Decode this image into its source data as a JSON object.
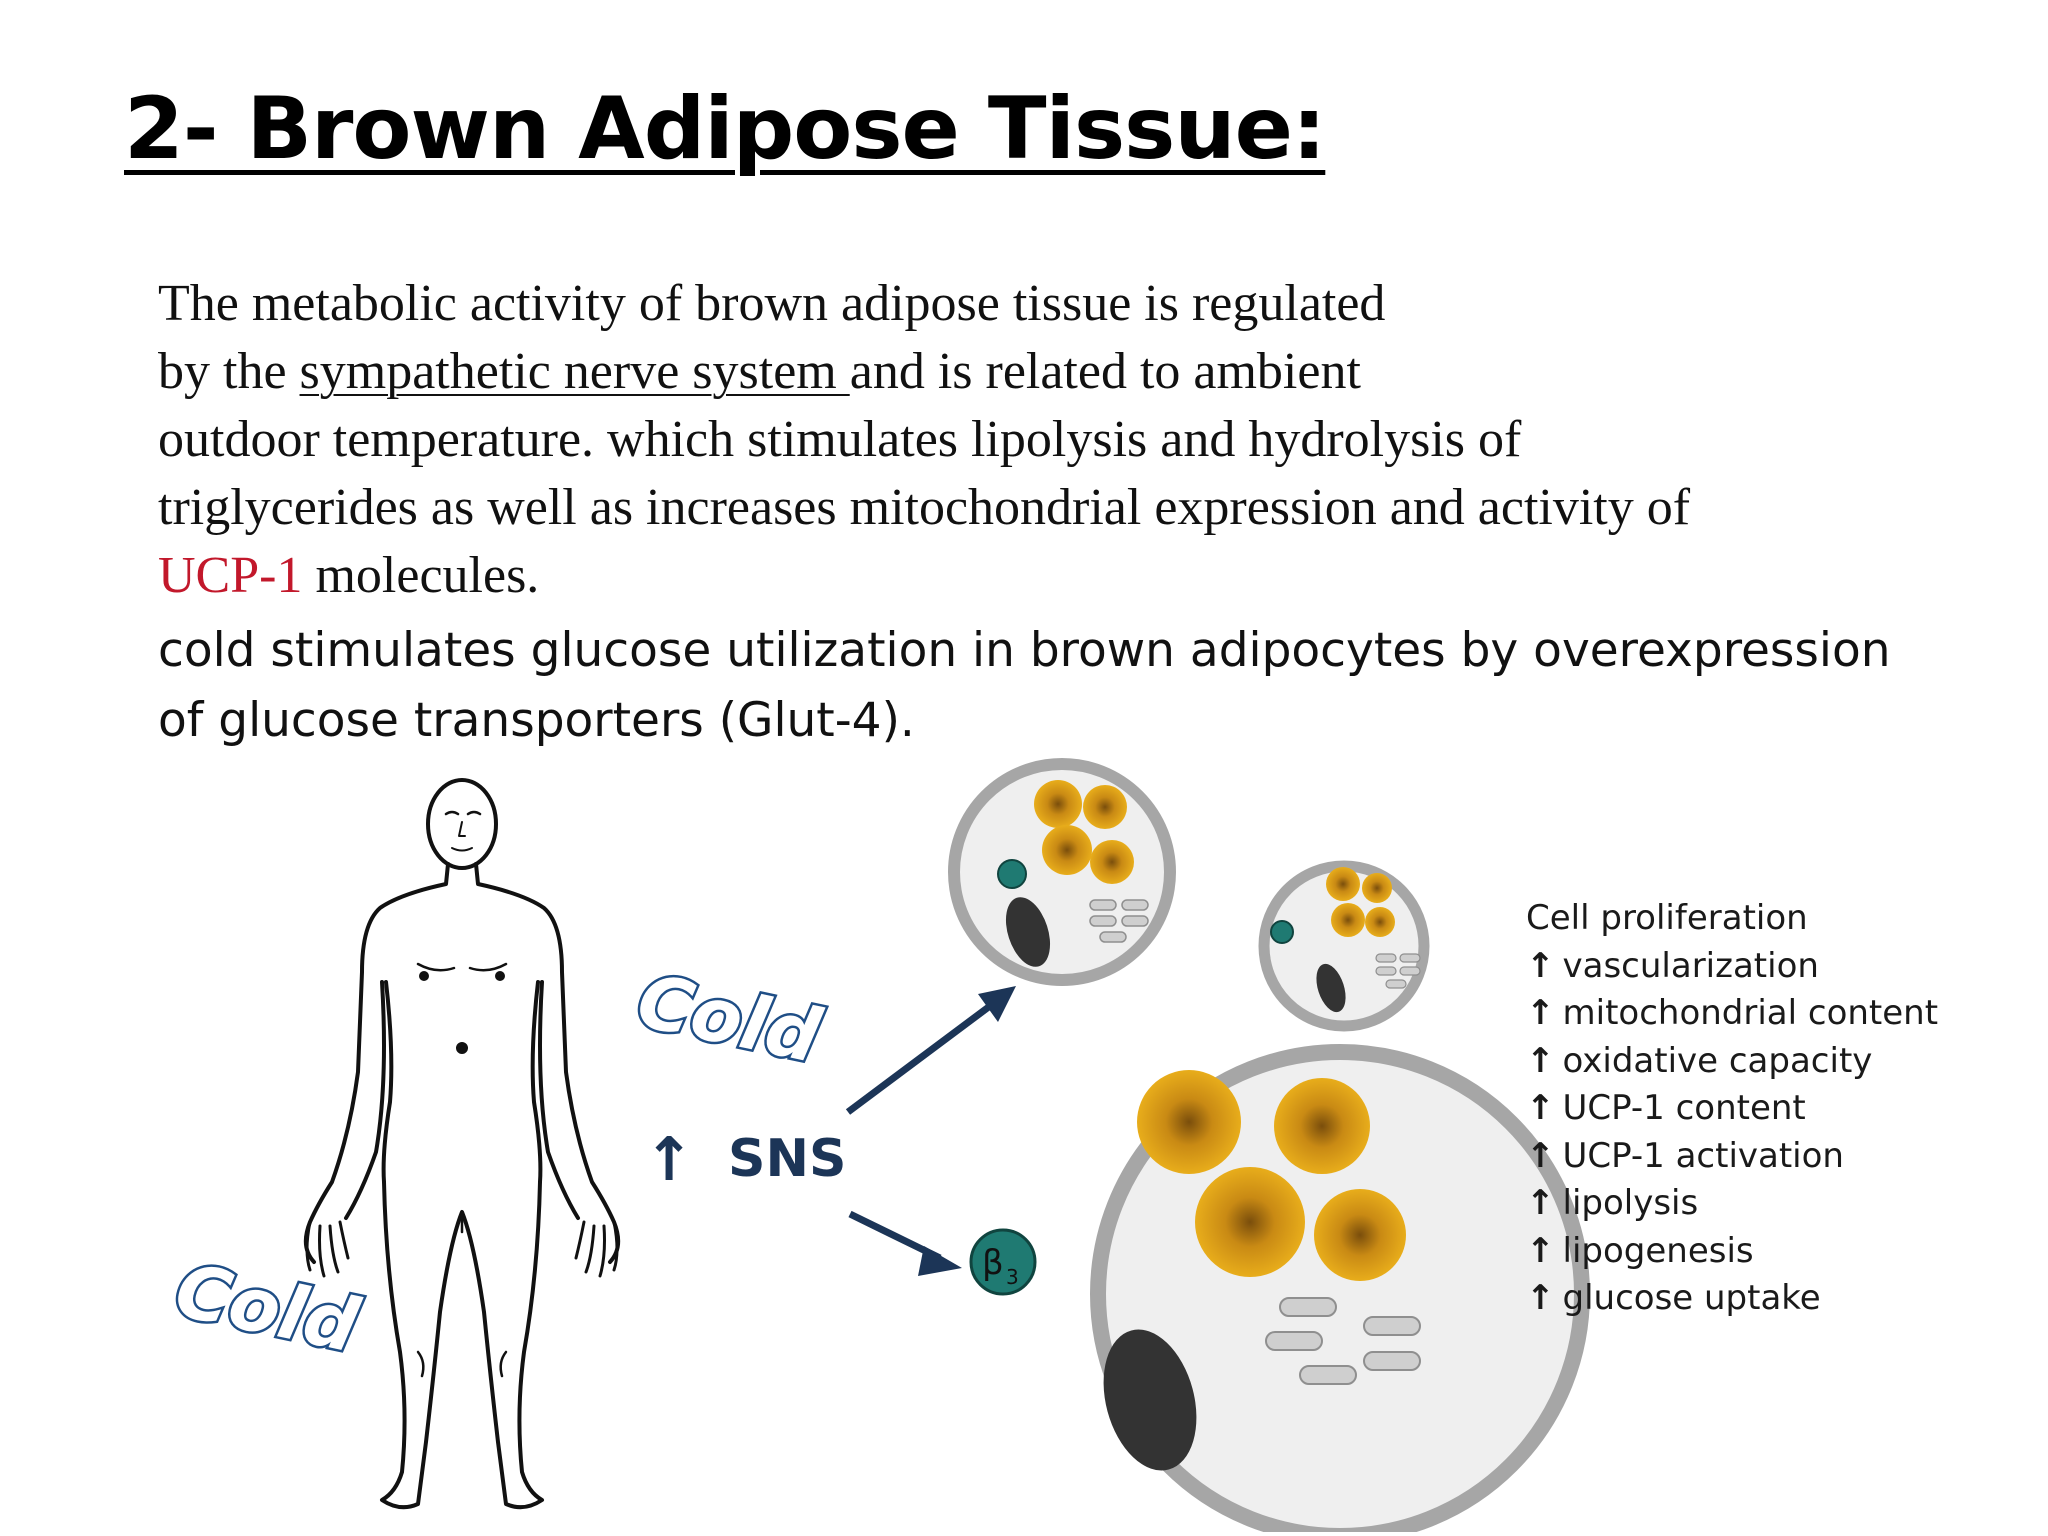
{
  "slide": {
    "title": "2- Brown Adipose Tissue:",
    "paragraph": {
      "line1": "The metabolic activity of brown adipose tissue is regulated",
      "line2_pre": "by the ",
      "line2_link": "sympathetic nerve system ",
      "line2_post": "and is related to ambient",
      "line3": "outdoor temperature. which stimulates lipolysis and hydrolysis of",
      "line4": "triglycerides as well as increases mitochondrial expression and activity of",
      "line5_highlight": "UCP-1",
      "line5_post": " molecules."
    },
    "glucose_note": {
      "line1": "cold stimulates glucose utilization in brown adipocytes by overexpression",
      "line2": "of glucose transporters (Glut-4)."
    }
  },
  "figure": {
    "cold_label_top": "Cold",
    "cold_label_bottom": "Cold",
    "sns_label": "SNS",
    "sns_arrow": "↑",
    "receptor_base": "β",
    "receptor_sub": "3",
    "effects_heading": "Cell proliferation",
    "effects_arrow": "↑",
    "effects": [
      "vascularization",
      "mitochondrial content",
      "oxidative capacity",
      "UCP-1 content",
      "UCP-1 activation",
      "lipolysis",
      "lipogenesis",
      "glucose uptake"
    ],
    "colors": {
      "cold_blue": "#1f4e86",
      "arrow_navy": "#1c3557",
      "cell_ring": "#a6a6a6",
      "cell_fill": "#efefef",
      "lipid_outer": "#e6a817",
      "lipid_core": "#8a5a10",
      "nucleus": "#333333",
      "receptor_teal": "#1f7a72",
      "accent_red": "#c2182b"
    }
  }
}
